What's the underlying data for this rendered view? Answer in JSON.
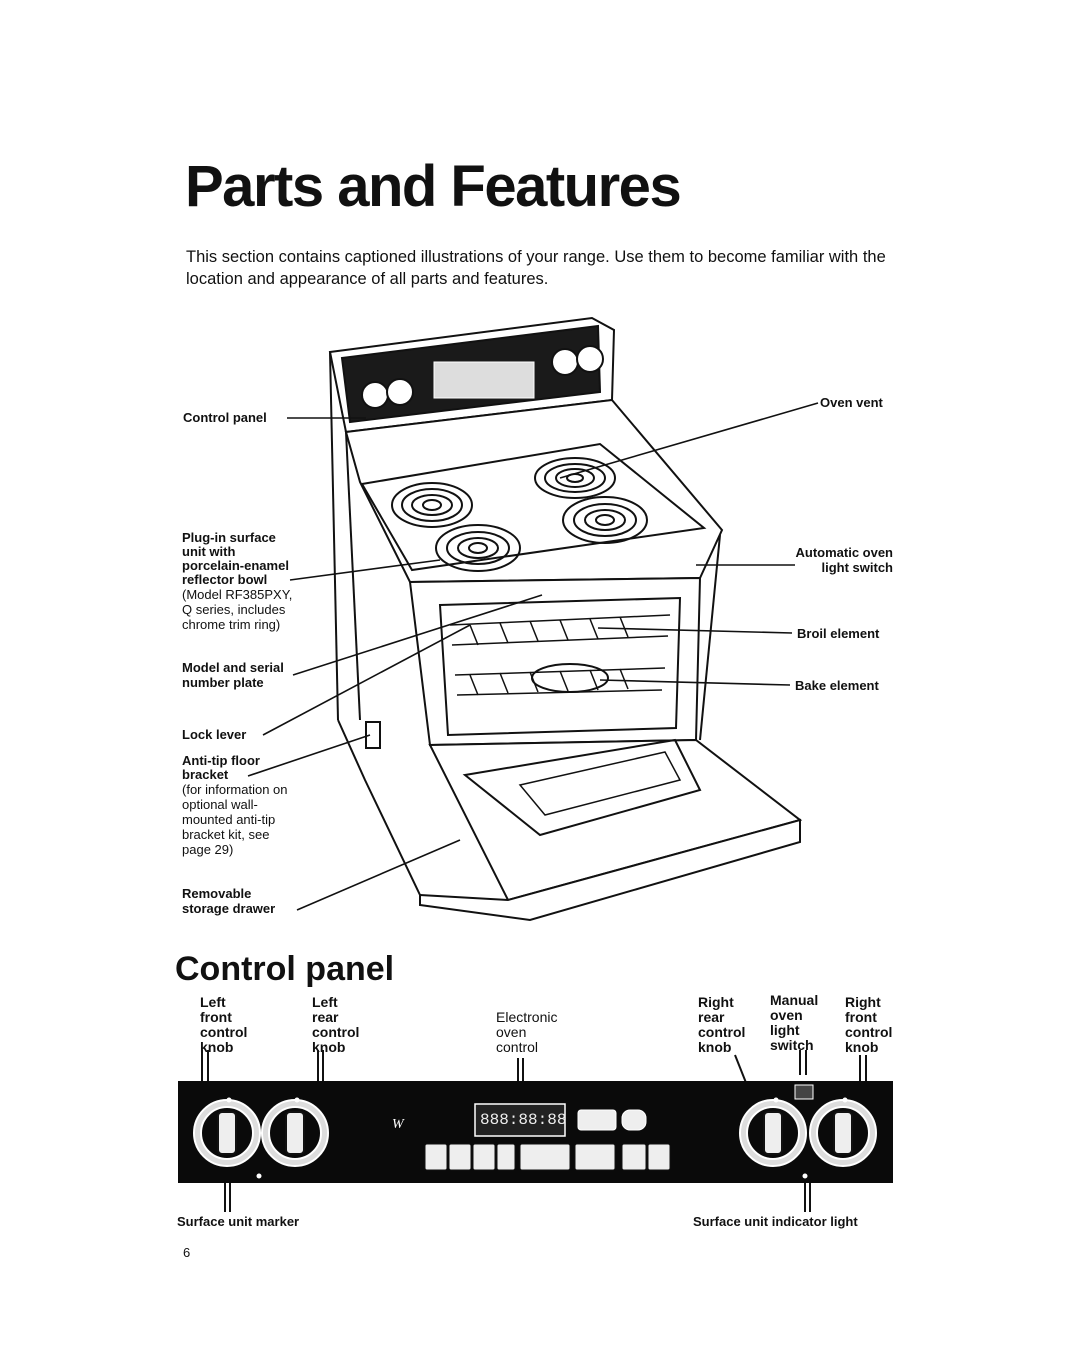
{
  "page": {
    "title": "Parts and Features",
    "intro": "This section contains captioned illustrations of your range. Use them to become familiar with the location and appearance of all parts and features.",
    "page_number": "6"
  },
  "range_labels": {
    "control_panel": "Control panel",
    "plugin_1": "Plug-in surface",
    "plugin_2": "unit with",
    "plugin_3": "porcelain-enamel",
    "plugin_4": "reflector bowl",
    "plugin_note_1": "(Model RF385PXY,",
    "plugin_note_2": "Q series, includes",
    "plugin_note_3": "chrome trim ring)",
    "model_1": "Model and serial",
    "model_2": "number plate",
    "lock_lever": "Lock lever",
    "antitip_1": "Anti-tip floor",
    "antitip_2": "bracket",
    "antitip_note_1": "(for information on",
    "antitip_note_2": "optional wall-",
    "antitip_note_3": "mounted anti-tip",
    "antitip_note_4": "bracket kit, see",
    "antitip_note_5": "page 29)",
    "drawer_1": "Removable",
    "drawer_2": "storage drawer",
    "oven_vent": "Oven vent",
    "auto_light_1": "Automatic oven",
    "auto_light_2": "light switch",
    "broil": "Broil element",
    "bake": "Bake element"
  },
  "control_panel": {
    "heading": "Control panel",
    "left_front_1": "Left",
    "left_front_2": "front",
    "left_front_3": "control",
    "left_front_4": "knob",
    "left_rear_1": "Left",
    "left_rear_2": "rear",
    "left_rear_3": "control",
    "left_rear_4": "knob",
    "electronic_1": "Electronic",
    "electronic_2": "oven",
    "electronic_3": "control",
    "right_rear_1": "Right",
    "right_rear_2": "rear",
    "right_rear_3": "control",
    "right_rear_4": "knob",
    "manual_1": "Manual",
    "manual_2": "oven",
    "manual_3": "light",
    "manual_4": "switch",
    "right_front_1": "Right",
    "right_front_2": "front",
    "right_front_3": "control",
    "right_front_4": "knob",
    "surface_marker": "Surface unit marker",
    "indicator_light": "Surface unit indicator light",
    "display_text": "888:88:88"
  }
}
